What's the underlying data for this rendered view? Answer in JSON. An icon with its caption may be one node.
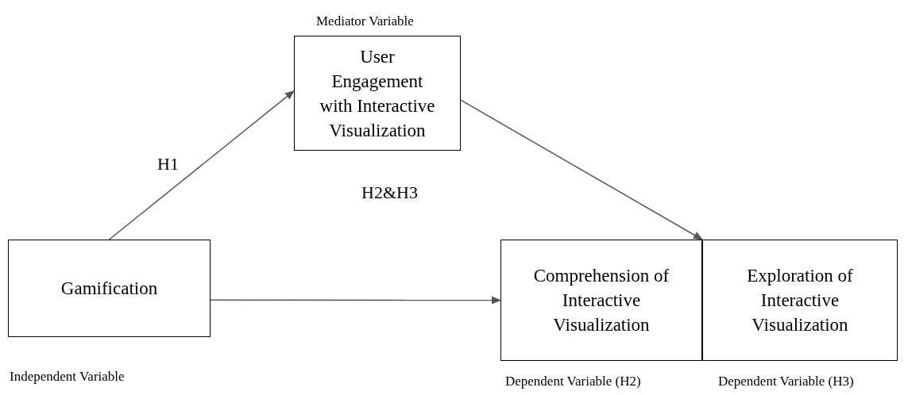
{
  "diagram": {
    "nodes": [
      {
        "text": [
          "Gamification"
        ],
        "beside": [
          "Independent Variable"
        ]
      },
      {
        "text": [
          "User Engagement with Interactive Visualization"
        ],
        "beside": [
          "Mediator Variable"
        ]
      },
      {
        "text": [
          "Comprehension of Interactive Visualization"
        ],
        "beside": [
          "Dependent Variable (H2)"
        ]
      },
      {
        "text": [
          "Exploration of Interactive Visualization"
        ],
        "beside": [
          "Dependent Variable (H3)"
        ]
      }
    ],
    "edges": [
      {
        "from": 0,
        "to": 1,
        "arrow": "to",
        "label": "H1"
      },
      {
        "from": 1,
        "to": 2,
        "arrow": "to"
      },
      {
        "from": 0,
        "to": 2,
        "arrow": "to"
      }
    ],
    "labels": [
      "H2&H3"
    ]
  }
}
